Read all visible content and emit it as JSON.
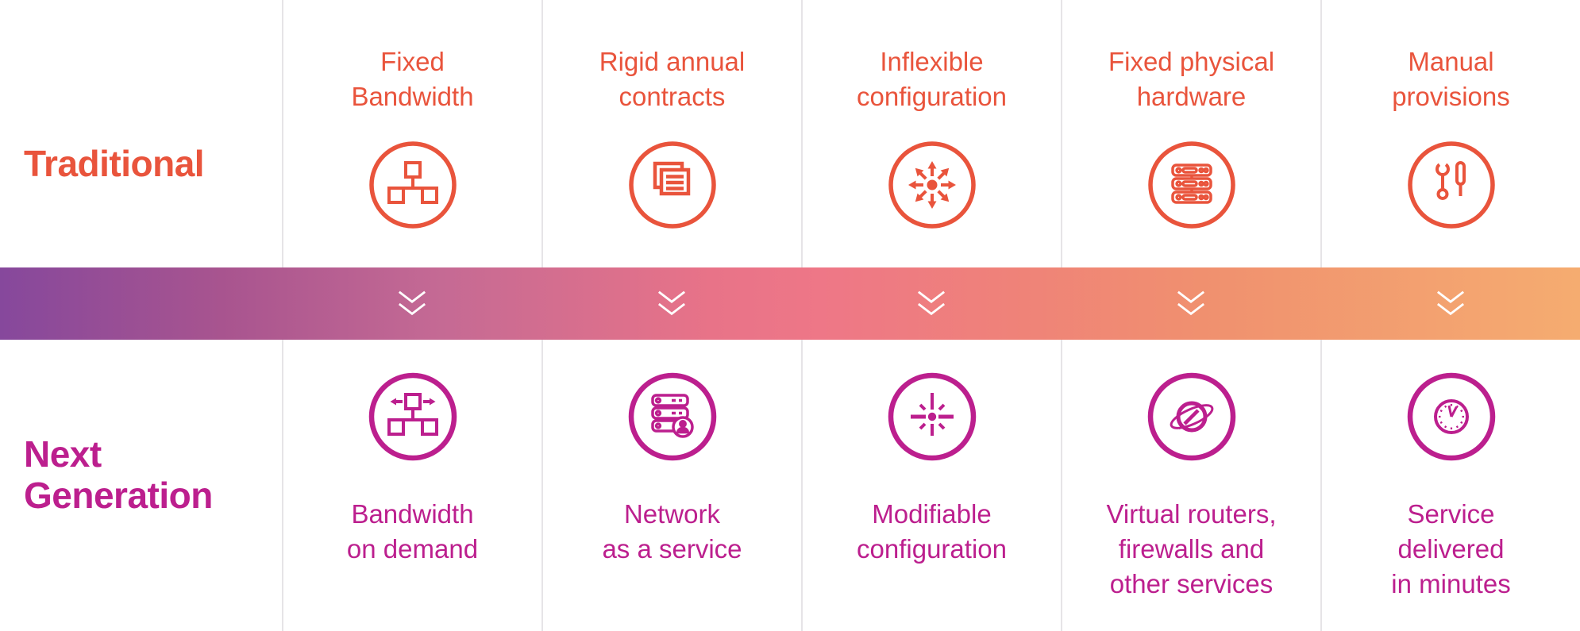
{
  "diagram": {
    "background": "#ffffff",
    "divider_color": "#e6e4e7",
    "traditional": {
      "label": "Traditional",
      "color": "#e9543c",
      "items": [
        {
          "label": "Fixed\nBandwidth",
          "icon": "network-topology-icon"
        },
        {
          "label": "Rigid annual\ncontracts",
          "icon": "documents-icon"
        },
        {
          "label": "Inflexible\nconfiguration",
          "icon": "radiating-arrows-icon"
        },
        {
          "label": "Fixed physical\nhardware",
          "icon": "server-stack-icon"
        },
        {
          "label": "Manual\nprovisions",
          "icon": "tools-icon"
        }
      ]
    },
    "next_generation": {
      "label": "Next\nGeneration",
      "color": "#bc1f8e",
      "items": [
        {
          "label": "Bandwidth\non demand",
          "icon": "network-expand-icon"
        },
        {
          "label": "Network\nas a service",
          "icon": "server-user-icon"
        },
        {
          "label": "Modifiable\nconfiguration",
          "icon": "spark-icon"
        },
        {
          "label": "Virtual routers,\nfirewalls and\nother services",
          "icon": "planet-arrows-icon"
        },
        {
          "label": "Service\ndelivered\nin minutes",
          "icon": "clock-icon"
        }
      ]
    },
    "transition_band": {
      "gradient": [
        "#86489c",
        "#c56a94",
        "#ee7787",
        "#f0906f",
        "#f5ac70"
      ],
      "chevron_color": "#ffffff",
      "chevron_icon": "double-chevron-down-icon",
      "chevron_count": 5
    }
  }
}
